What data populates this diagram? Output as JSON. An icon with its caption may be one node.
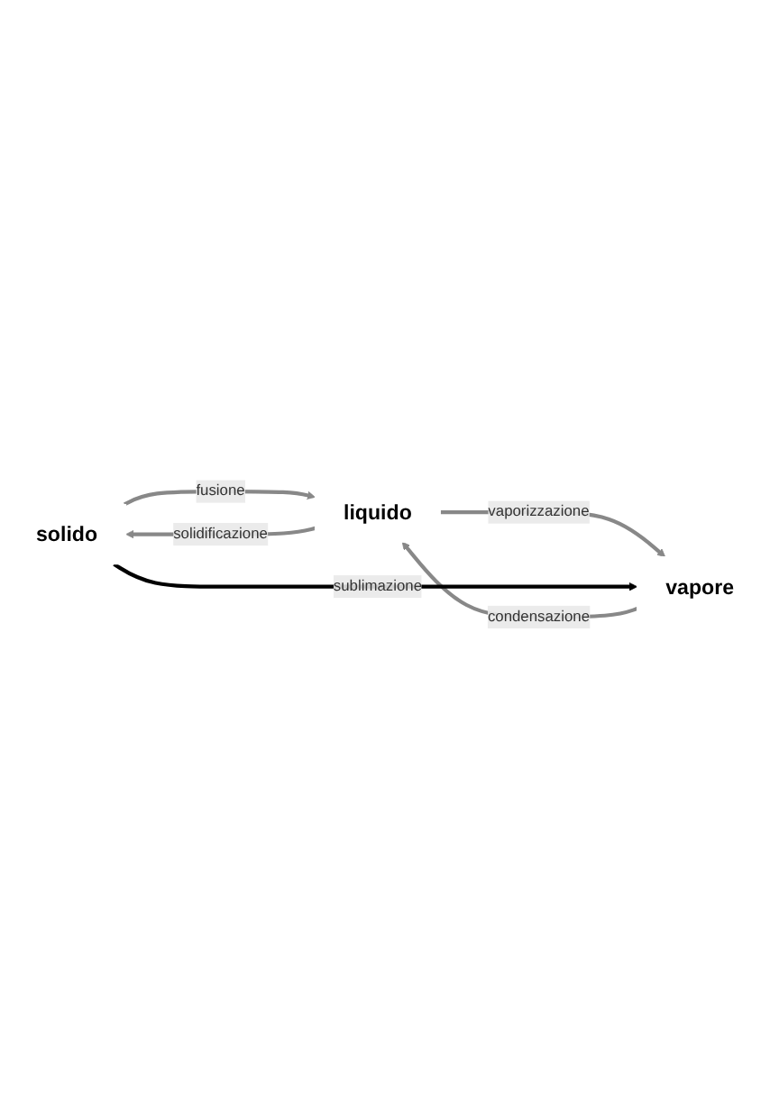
{
  "diagram": {
    "nodes": [
      {
        "text": [
          "solido"
        ]
      },
      {
        "text": [
          "liquido"
        ]
      },
      {
        "text": [
          "vapore"
        ]
      }
    ],
    "edges": [
      {
        "from": 0,
        "to": 1,
        "arrow": "to",
        "label": "fusione"
      },
      {
        "from": 1,
        "to": 0,
        "arrow": "to",
        "label": "solidificazione"
      },
      {
        "from": 1,
        "to": 2,
        "arrow": "to",
        "label": "vaporizzazione"
      },
      {
        "from": 2,
        "to": 1,
        "arrow": "to",
        "label": "condensazione"
      },
      {
        "from": 0,
        "to": 2,
        "arrow": "to",
        "label": "sublimazione",
        "color": "#000000"
      }
    ]
  }
}
